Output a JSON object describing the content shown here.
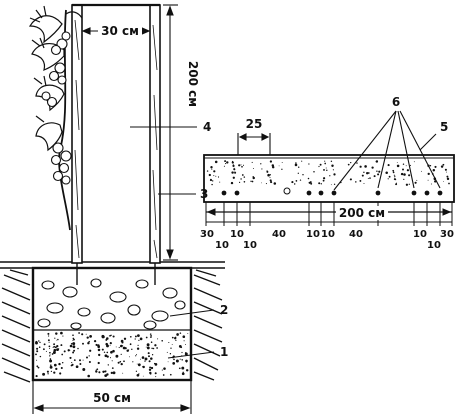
{
  "left_figure": {
    "frame_width_label": "30 см",
    "height_label": "200 см",
    "base_width_label": "50 см",
    "callouts": [
      "1",
      "2",
      "3",
      "4"
    ]
  },
  "right_figure": {
    "top_spacing_label": "25",
    "length_label": "200 см",
    "callout_holes": "6",
    "callout_board": "5",
    "bottom_left_row1": [
      "30",
      "10",
      "40"
    ],
    "bottom_left_row2": [
      "10",
      "10"
    ],
    "bottom_mid_row1": [
      "10",
      "10",
      "40"
    ],
    "bottom_right_row1": [
      "10",
      "30"
    ],
    "bottom_right_row2": [
      "10"
    ]
  },
  "colors": {
    "ink": "#111111",
    "background": "#ffffff"
  }
}
